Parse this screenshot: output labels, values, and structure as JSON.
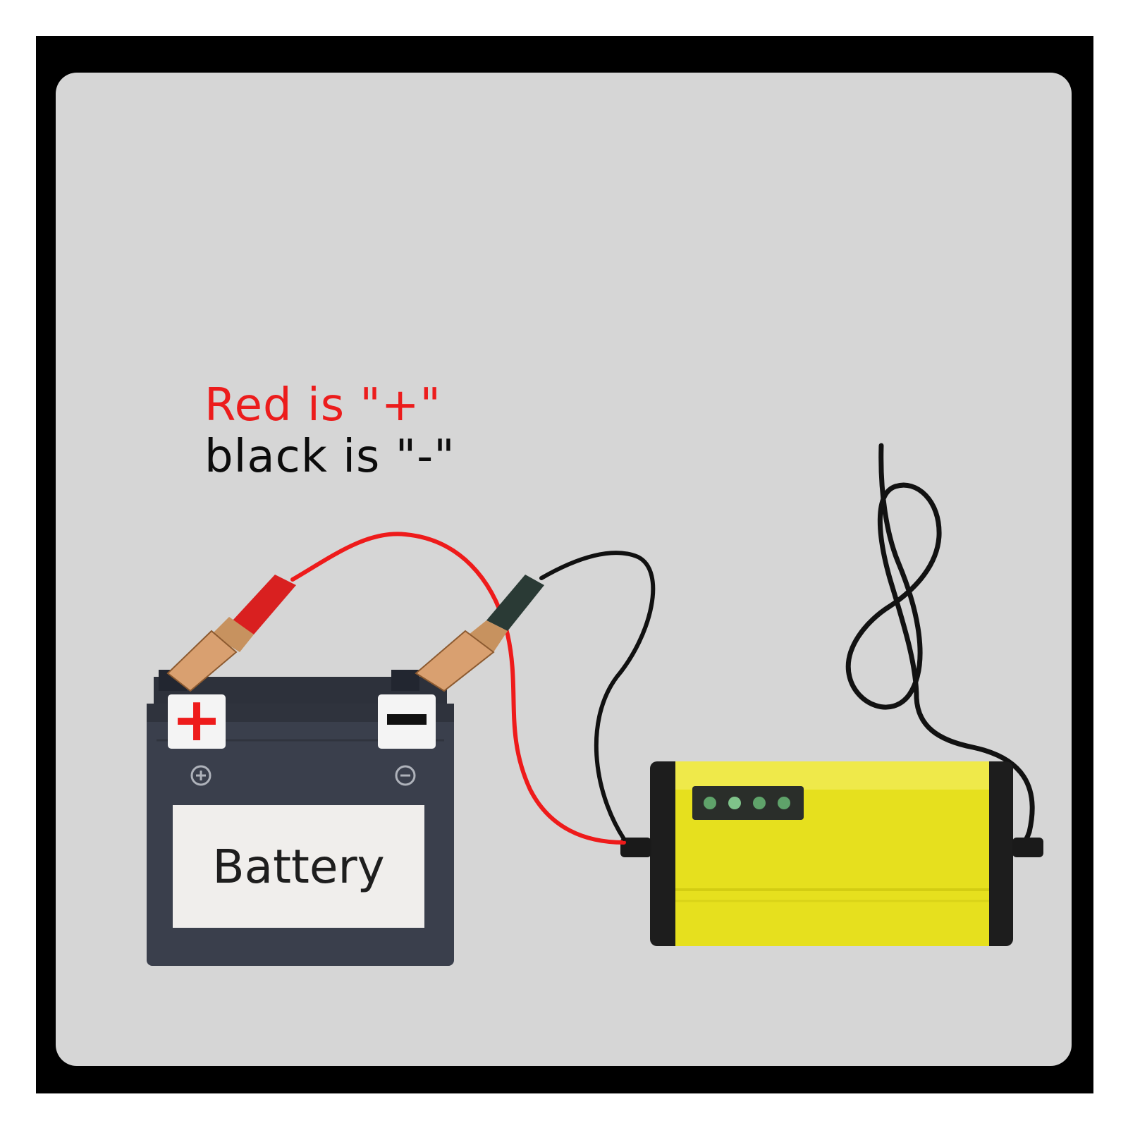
{
  "caption": {
    "line1": "Red is \"+\"",
    "line2": "black is \"-\""
  },
  "battery": {
    "label": "Battery",
    "positive_sign": "+",
    "negative_sign": "-"
  },
  "charger": {
    "indicator_count": 4
  },
  "colors": {
    "frame": "#000000",
    "background": "#d6d6d6",
    "red_wire": "#ee1b1b",
    "black_wire": "#111111",
    "battery_body": "#3a3f4c",
    "charger_body": "#e6e01e"
  }
}
